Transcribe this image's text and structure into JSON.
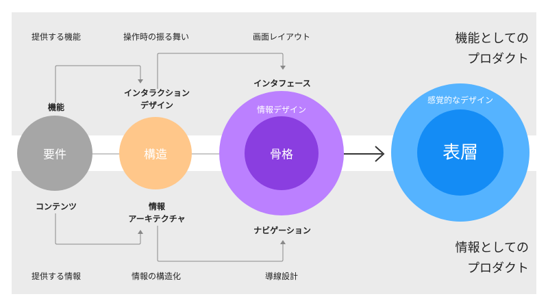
{
  "product_function": {
    "line1": "機能としての",
    "line2": "プロダクト"
  },
  "product_information": {
    "line1": "情報としての",
    "line2": "プロダクト"
  },
  "top_labels": {
    "features": "提供する機能",
    "operation": "操作時の振る舞い",
    "screen_layout": "画面レイアウト"
  },
  "bottom_labels": {
    "information": "提供する情報",
    "info_structuring": "情報の構造化",
    "flow_design": "導線設計"
  },
  "upper_bold": {
    "function": "機能",
    "interaction_line1": "インタラクション",
    "interaction_line2": "デザイン",
    "interface": "インタフェース"
  },
  "lower_bold": {
    "contents": "コンテンツ",
    "ia_line1": "情報",
    "ia_line2": "アーキテクチャ",
    "navigation": "ナビゲーション"
  },
  "circles": {
    "requirements": "要件",
    "structure": "構造",
    "skeleton_outer": "情報デザイン",
    "skeleton_inner": "骨格",
    "surface_outer": "感覚的なデザイン",
    "surface_inner": "表層"
  },
  "colors": {
    "band": "#ebebeb",
    "requirements": "#a6a6a6",
    "structure": "#ffc78a",
    "skeleton_outer": "#bb80ff",
    "skeleton_inner": "#8a3ee0",
    "surface_outer": "#55b3ff",
    "surface_inner": "#148cf5"
  }
}
